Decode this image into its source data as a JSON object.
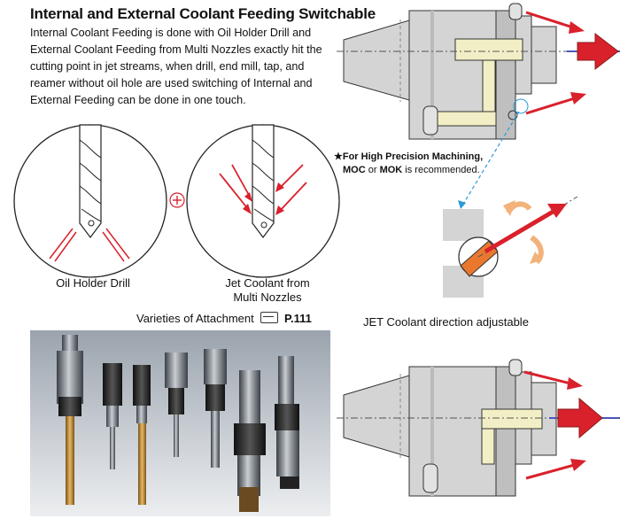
{
  "header": {
    "title": "Internal and External Coolant Feeding Switchable",
    "body": "Internal Coolant Feeding is done with Oil Holder Drill and External Coolant Feeding from Multi Nozzles exactly hit the cutting point in jet streams, when drill, end mill, tap, and reamer without oil hole are used switching of Internal and External Feeding can be done in one touch."
  },
  "captions": {
    "oil_holder_drill": "Oil Holder Drill",
    "jet_coolant_line1": "Jet Coolant from",
    "jet_coolant_line2": "Multi Nozzles"
  },
  "note": {
    "line1": "★For High Precision Machining,",
    "line2_moc": "MOC",
    "line2_or": " or ",
    "line2_mok": "MOK",
    "line2_rest": " is recommended."
  },
  "varieties": {
    "label": "Varieties of Attachment",
    "ref_icon": "pointing-hand-icon",
    "ref_page": "P.111"
  },
  "jet_adjust_caption": "JET Coolant direction adjustable",
  "colors": {
    "arrow_red": "#d9212c",
    "body_gray": "#d4d4d4",
    "outline": "#333333",
    "cream": "#f2efc6",
    "dashed_blue": "#2a9ad8",
    "nozzle_orange": "#e9782e",
    "adjust_arrow_orange": "#f2b27a",
    "spindle_blue": "#4a57b8"
  }
}
